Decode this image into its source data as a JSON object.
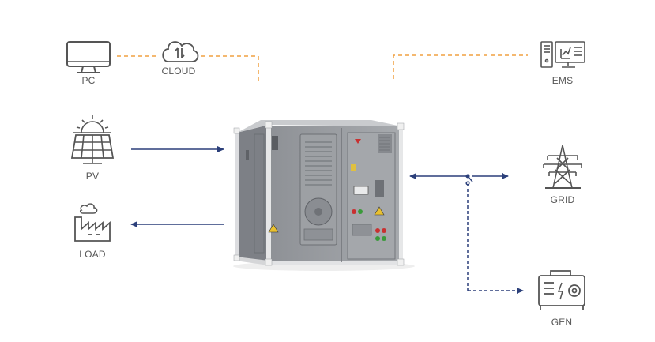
{
  "labels": {
    "pc": "PC",
    "cloud": "CLOUD",
    "ems": "EMS",
    "pv": "PV",
    "load": "LOAD",
    "grid": "GRID",
    "gen": "GEN"
  },
  "colors": {
    "communication_line": "#f0a040",
    "power_line": "#2b3f7a",
    "icon": "#555555"
  },
  "icons": {
    "pc": "monitor-icon",
    "cloud": "cloud-icon",
    "ems": "server-monitor-icon",
    "pv": "solar-panel-icon",
    "load": "factory-icon",
    "grid": "transmission-tower-icon",
    "gen": "generator-icon",
    "center": "energy-storage-container"
  }
}
